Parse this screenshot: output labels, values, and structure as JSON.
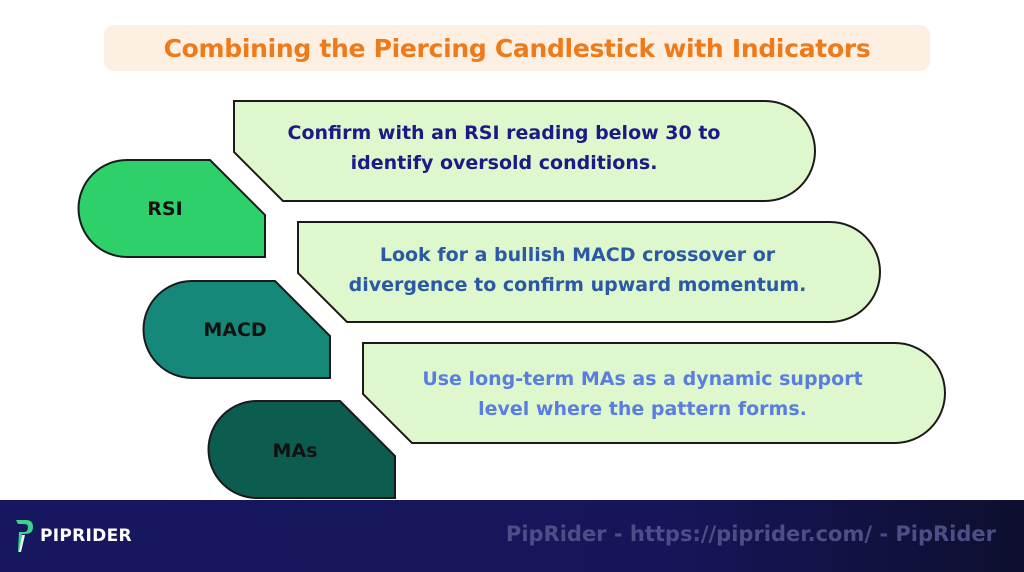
{
  "title": "Combining the Piercing Candlestick with Indicators",
  "indicators": [
    {
      "label": "RSI",
      "color": "#2ed06a",
      "description_line1": "Confirm with an RSI reading below 30 to",
      "description_line2": "identify oversold conditions.",
      "text_color": "#1c1a86"
    },
    {
      "label": "MACD",
      "color": "#16887a",
      "description_line1": "Look for a bullish MACD crossover or",
      "description_line2": "divergence to confirm upward momentum.",
      "text_color": "#2b59a6"
    },
    {
      "label": "MAs",
      "color": "#0c5d50",
      "description_line1": "Use long-term MAs as a dynamic support",
      "description_line2": "level where the pattern forms.",
      "text_color": "#5a7ee0"
    }
  ],
  "callout_fill": "#dff7cc",
  "footer": {
    "logo_text": "PIPRIDER",
    "watermark": "PipRider - https://piprider.com/ - PipRider"
  }
}
